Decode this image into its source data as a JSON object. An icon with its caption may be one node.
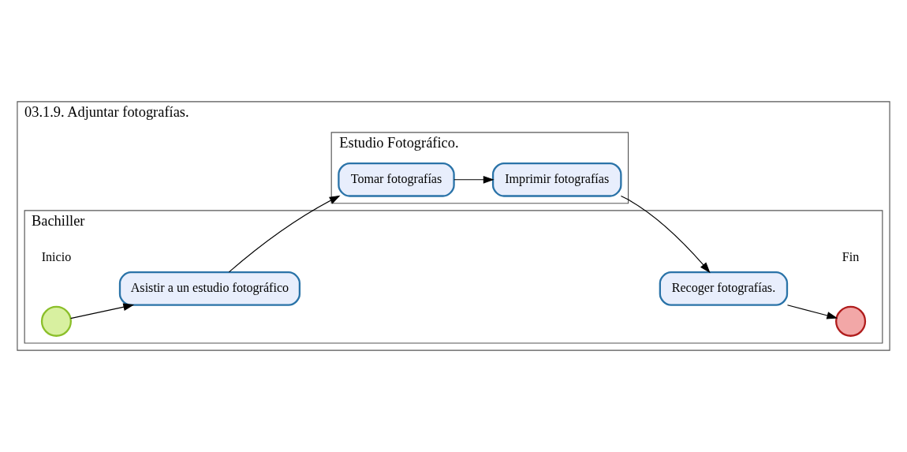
{
  "diagram": {
    "nodes": [
      {
        "text": [
          "03.1.9. Adjuntar fotografías."
        ]
      },
      {
        "text": [
          "Bachiller"
        ],
        "in": 0
      },
      {
        "text": [],
        "shape": "circle",
        "beside": [
          "Inicio"
        ],
        "in": 1
      },
      {
        "text": [
          "Asistir a un estudio fotográfico"
        ],
        "in": 1
      },
      {
        "text": [
          "Recoger fotografías."
        ],
        "in": 1
      },
      {
        "text": [],
        "shape": "circle",
        "beside": [
          "Fin"
        ],
        "in": 1
      },
      {
        "text": [
          "Estudio Fotográfico."
        ],
        "in": 0
      },
      {
        "text": [
          "Tomar fotografías"
        ],
        "in": 6
      },
      {
        "text": [
          "Imprimir fotografías"
        ],
        "in": 6
      }
    ],
    "edges": [
      {
        "from": 2,
        "to": 3,
        "arrow": "to"
      },
      {
        "from": 3,
        "to": 7,
        "arrow": "to"
      },
      {
        "from": 7,
        "to": 8,
        "arrow": "to"
      },
      {
        "from": 8,
        "to": 4,
        "arrow": "to"
      },
      {
        "from": 4,
        "to": 5,
        "arrow": "to"
      }
    ]
  }
}
